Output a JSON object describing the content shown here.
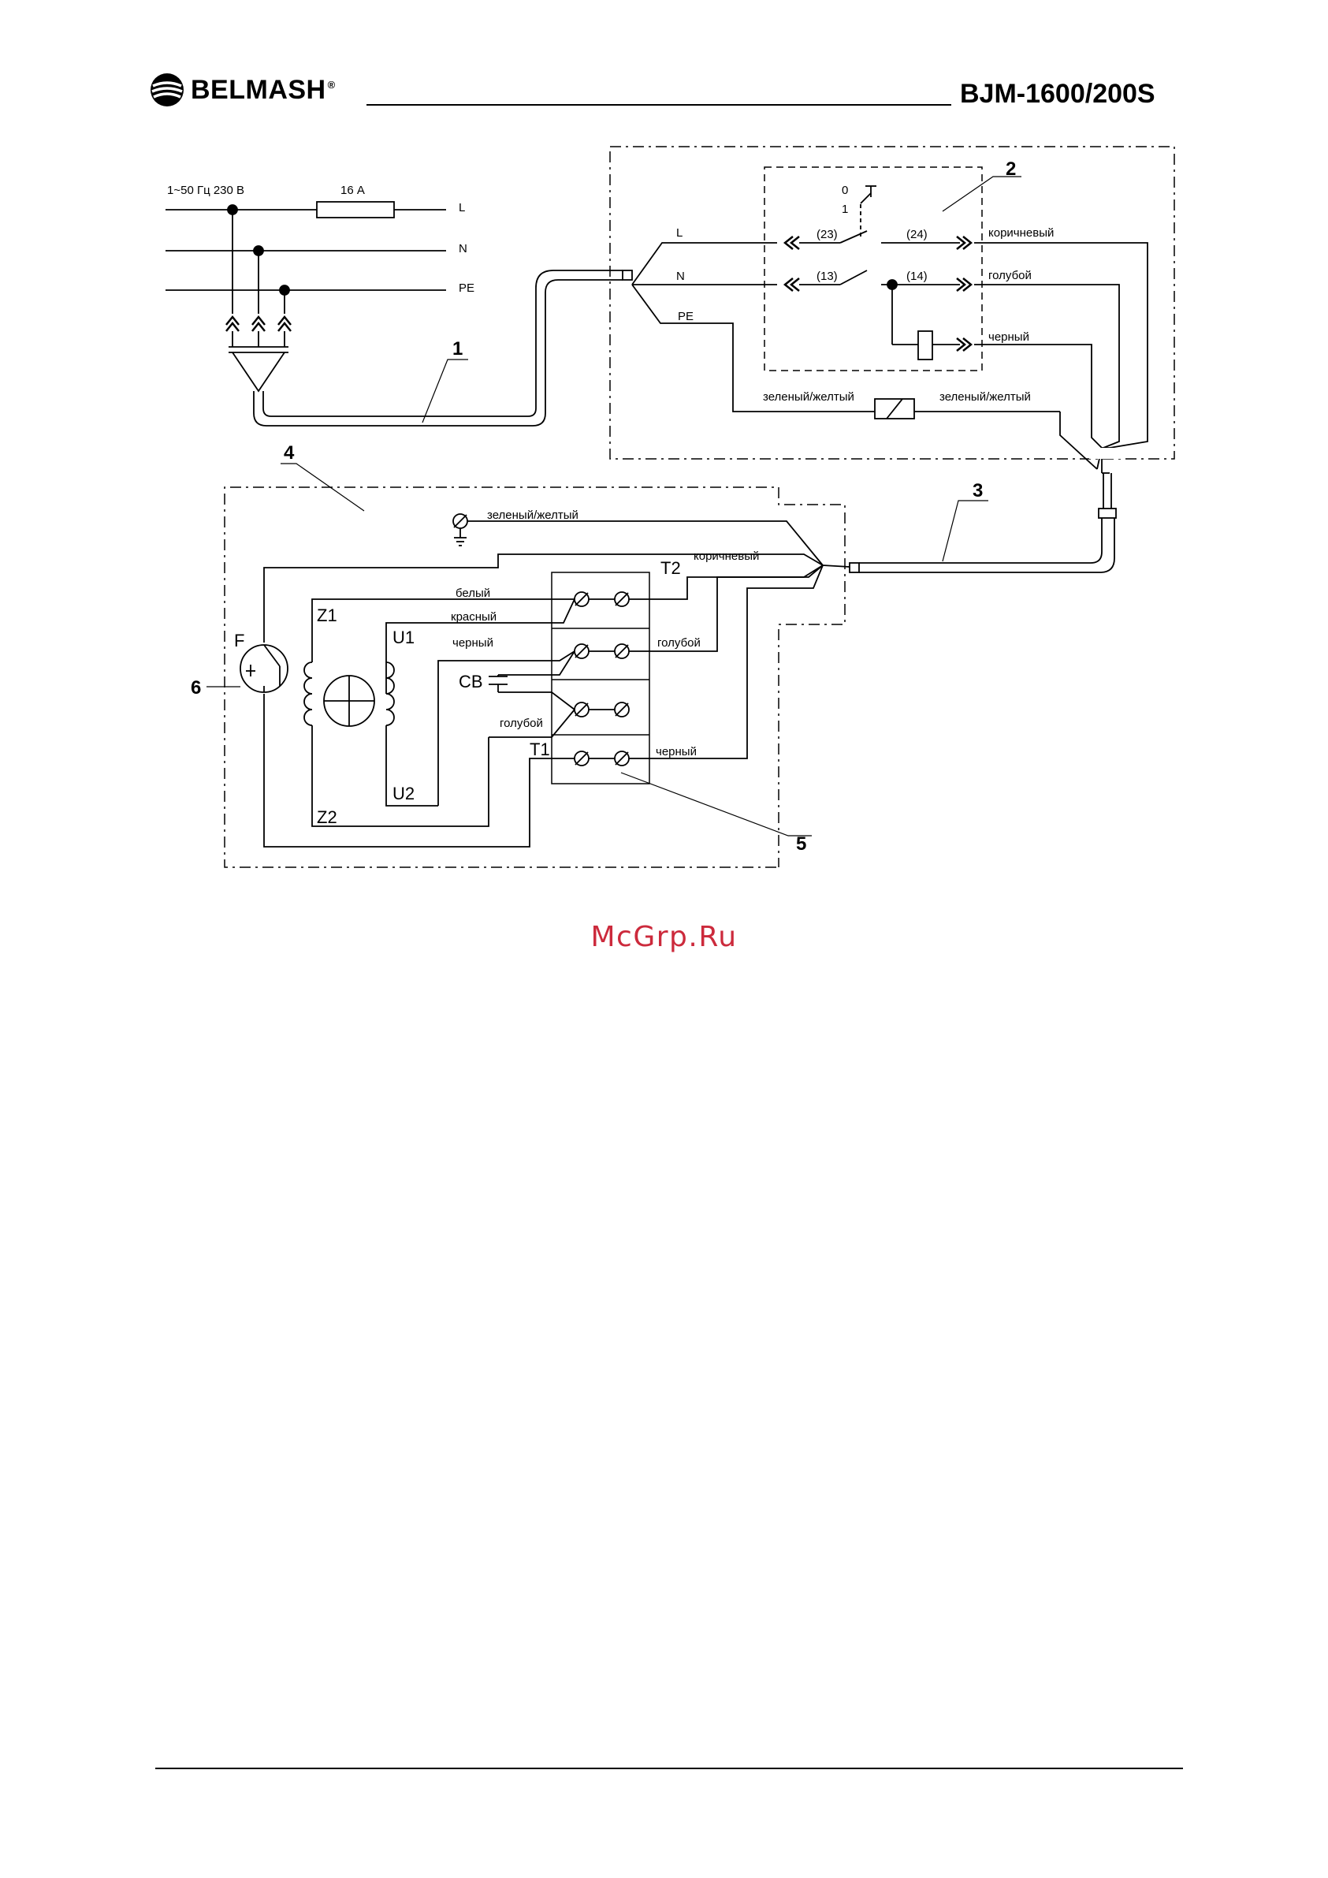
{
  "header": {
    "brand": "BELMASH",
    "registered_mark": "®",
    "model": "BJM-1600/200S"
  },
  "diagram": {
    "supply": {
      "spec": "1~50 Гц 230 В",
      "fuse": "16 А",
      "line_L": "L",
      "line_N": "N",
      "line_PE": "PE"
    },
    "switch_box": {
      "in_L": "L",
      "in_N": "N",
      "in_PE": "PE",
      "pos_0": "0",
      "pos_1": "1",
      "t23": "(23)",
      "t24": "(24)",
      "t13": "(13)",
      "t14": "(14)",
      "brown": "коричневый",
      "blue": "голубой",
      "black": "черный",
      "greenyellow_left": "зеленый/желтый",
      "greenyellow_right": "зеленый/желтый"
    },
    "motor": {
      "ground_wire": "зеленый/желтый",
      "t2": "T2",
      "t1": "T1",
      "brown": "коричневый",
      "white": "белый",
      "red": "красный",
      "black_in": "черный",
      "blue_out": "голубой",
      "blue_in": "голубой",
      "black_out": "черный",
      "cap": "CB",
      "z1": "Z1",
      "z2": "Z2",
      "u1": "U1",
      "u2": "U2",
      "f": "F"
    },
    "callouts": {
      "c1": "1",
      "c2": "2",
      "c3": "3",
      "c4": "4",
      "c5": "5",
      "c6": "6"
    }
  },
  "watermark": "McGrp.Ru",
  "colors": {
    "ink": "#000000",
    "watermark": "#cc2a3c",
    "background": "#ffffff"
  }
}
